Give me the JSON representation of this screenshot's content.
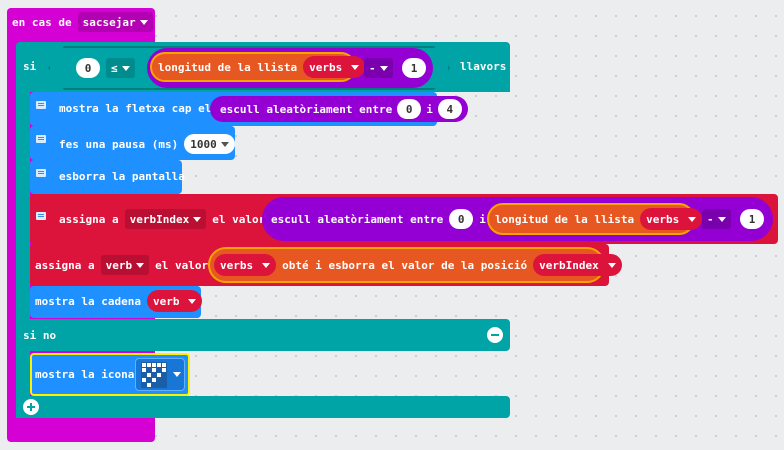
{
  "event": {
    "label": "en cas de",
    "gesture": "sacsejar"
  },
  "if_block": {
    "si": "si",
    "left": "0",
    "op": "≤",
    "length_label": "longitud de la llista",
    "list_var": "verbs",
    "minus": "-",
    "num": "1",
    "then": "llavors",
    "else": "si no"
  },
  "blocks": {
    "arrow": {
      "label": "mostra la fletxa cap el",
      "random": "escull aleatòriament entre",
      "from": "0",
      "i": "i",
      "to": "4"
    },
    "pause": {
      "label": "fes una pausa (ms)",
      "value": "1000"
    },
    "clear": {
      "label": "esborra la pantalla"
    },
    "set_index": {
      "assign": "assigna a",
      "var": "verbIndex",
      "value_label": "el valor",
      "random": "escull aleatòriament entre",
      "from": "0",
      "i": "i",
      "length_label": "longitud de la llista",
      "list_var": "verbs",
      "minus": "-",
      "num": "1"
    },
    "set_verb": {
      "assign": "assigna a",
      "var": "verb",
      "value_label": "el valor",
      "list_var": "verbs",
      "op_label": "obté i esborra el valor de la posició",
      "index_var": "verbIndex"
    },
    "show_string": {
      "label": "mostra la cadena",
      "var": "verb"
    },
    "show_icon": {
      "label": "mostra la icona"
    }
  },
  "colors": {
    "event": "#d400d4",
    "logic": "#00a4a6",
    "basic": "#1e90ff",
    "variables": "#dc143c",
    "arrays": "#e65722",
    "math": "#9400d3",
    "selected": "#fff200"
  }
}
